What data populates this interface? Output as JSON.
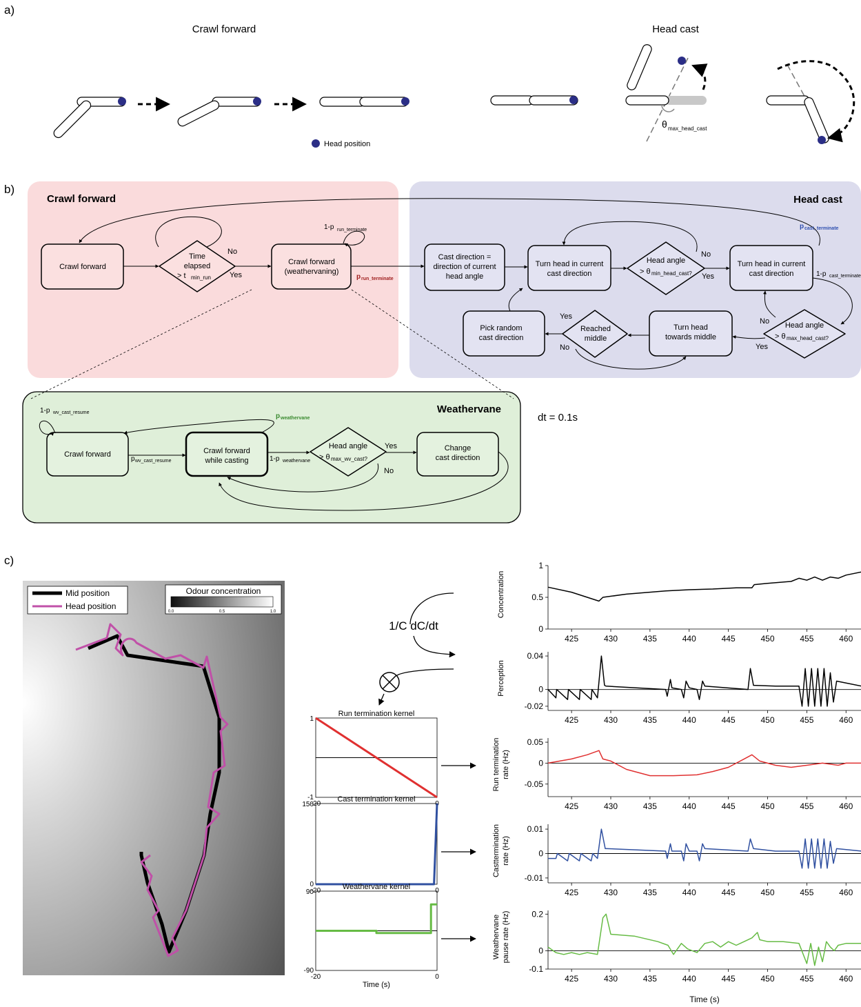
{
  "panel_a": {
    "label": "a)",
    "crawl_title": "Crawl forward",
    "cast_title": "Head cast",
    "head_position_label": "Head position",
    "theta_symbol": "θ",
    "theta_sub": "max_head_cast"
  },
  "panel_b": {
    "label": "b)",
    "crawl_region_title": "Crawl forward",
    "cast_region_title": "Head cast",
    "wv_region_title": "Weathervane",
    "dt_label": "dt = 0.1s",
    "crawl": {
      "box1": "Crawl forward",
      "diamond1": [
        "Time",
        "elapsed"
      ],
      "diamond1_line3": "> t",
      "diamond1_sub": "min_run",
      "no": "No",
      "yes": "Yes",
      "box2": [
        "Crawl forward",
        "(weathervaning)"
      ],
      "self_loop_prefix": "1-p",
      "self_loop_sub": "run_terminate",
      "exit_p": "p",
      "exit_sub": "run_terminate"
    },
    "cast": {
      "box1": [
        "Cast direction =",
        "direction of current",
        "head angle"
      ],
      "box2": [
        "Turn head in current",
        "cast direction"
      ],
      "diamond1": "Head angle",
      "diamond1_line2": "> θ",
      "diamond1_sub": "min_head_cast?",
      "box3": [
        "Turn head in current",
        "cast direction"
      ],
      "diamond2": "Head angle",
      "diamond2_line2": "> θ",
      "diamond2_sub": "max_head_cast?",
      "box4": [
        "Turn head",
        "towards middle"
      ],
      "diamond3": [
        "Reached",
        "middle"
      ],
      "box5": [
        "Pick random",
        "cast direction"
      ],
      "no": "No",
      "yes": "Yes",
      "term_p": "p",
      "term_sub": "cast_terminate",
      "loop_prefix": "1-p",
      "loop_sub": "cast_terminate"
    },
    "wv": {
      "box1": "Crawl forward",
      "box2": [
        "Crawl forward",
        "while casting"
      ],
      "diamond": "Head angle",
      "diamond_line2": "> θ",
      "diamond_sub": "max_wv_cast?",
      "box3": [
        "Change",
        "cast direction"
      ],
      "yes": "Yes",
      "no": "No",
      "self_prefix": "1-p",
      "self_sub": "wv_cast_resume",
      "resume_p": "p",
      "resume_sub": "wv_cast_resume",
      "pwv_p": "p",
      "pwv_sub": "weathervane",
      "onem_prefix": "1-p",
      "onem_sub": "weathervane"
    }
  },
  "panel_c": {
    "label": "c)",
    "legend": {
      "mid": "Mid position",
      "head": "Head position"
    },
    "colorbar": {
      "title": "Odour concentration",
      "ticks": [
        "0.0",
        "0.5",
        "1.0"
      ]
    },
    "formula": "1/C dC/dt",
    "otimes": "⊗",
    "kernel_xlabel": "Time (s)",
    "time_xlabel": "Time (s)"
  },
  "colors": {
    "crawl_bg": "#fadbdc",
    "cast_bg": "#dcdced",
    "wv_bg": "#dfefd9",
    "head_dot": "#2b2e86",
    "run_red": "#e03030",
    "cast_blue": "#3050a0",
    "wv_green": "#66bb44",
    "magenta": "#c050a8",
    "p_red": "#a02020",
    "p_blue": "#3050b0",
    "p_green": "#3a8a30"
  },
  "chart_data": [
    {
      "type": "line",
      "title": "",
      "xlabel": "",
      "ylabel": "Concentration",
      "xlim": [
        422,
        462
      ],
      "ylim": [
        0,
        1
      ],
      "xticks": [
        425,
        430,
        435,
        440,
        445,
        450,
        455,
        460
      ],
      "yticks": [
        "0",
        "0.5",
        "1"
      ],
      "series": [
        {
          "x": [
            422,
            425,
            427,
            428.5,
            429,
            432,
            437,
            440,
            443,
            446,
            448,
            448.3,
            450,
            453,
            454,
            455,
            456,
            457,
            458,
            459,
            460,
            462
          ],
          "y": [
            0.66,
            0.58,
            0.5,
            0.44,
            0.5,
            0.55,
            0.6,
            0.62,
            0.63,
            0.65,
            0.65,
            0.7,
            0.72,
            0.75,
            0.8,
            0.77,
            0.82,
            0.77,
            0.82,
            0.8,
            0.85,
            0.9
          ]
        }
      ]
    },
    {
      "type": "line",
      "ylabel": "Perception",
      "xlim": [
        422,
        462
      ],
      "ylim": [
        -0.025,
        0.045
      ],
      "xticks": [
        425,
        430,
        435,
        440,
        445,
        450,
        455,
        460
      ],
      "yticks": [
        "0.04",
        "0",
        "-0.02"
      ],
      "series": [
        {
          "x": [
            422,
            423,
            423.1,
            424.5,
            424.6,
            426,
            426.1,
            427.5,
            427.6,
            428.3,
            428.8,
            429.2,
            429.4,
            437,
            437.2,
            437.6,
            437.8,
            439,
            439.3,
            439.6,
            440,
            441,
            441.3,
            441.7,
            442,
            447.5,
            447.8,
            448.2,
            451,
            454,
            454.4,
            454.8,
            455.2,
            455.6,
            456,
            456.4,
            456.8,
            457.2,
            457.6,
            458,
            458.4,
            458.8,
            462
          ],
          "y": [
            0,
            -0.01,
            0,
            -0.012,
            0,
            -0.012,
            0,
            -0.012,
            0,
            -0.01,
            0.04,
            0.005,
            0.004,
            0,
            -0.008,
            0.012,
            0.002,
            0,
            -0.01,
            0.01,
            0.002,
            0,
            -0.012,
            0.01,
            0.004,
            0,
            0.025,
            0.005,
            0.004,
            0.004,
            -0.02,
            0.025,
            -0.02,
            0.025,
            -0.02,
            0.025,
            -0.02,
            0.025,
            -0.02,
            0.02,
            -0.015,
            0.01,
            0.004
          ]
        }
      ]
    },
    {
      "type": "line",
      "ylabel": "Run termination rate (Hz)",
      "xlim": [
        422,
        462
      ],
      "ylim": [
        -0.08,
        0.06
      ],
      "xticks": [
        425,
        430,
        435,
        440,
        445,
        450,
        455,
        460
      ],
      "yticks": [
        "0.05",
        "0",
        "-0.05"
      ],
      "series": [
        {
          "x": [
            422,
            425,
            427,
            428.5,
            429,
            430,
            432,
            435,
            438,
            441,
            443,
            445,
            447,
            448,
            449,
            451,
            453,
            455,
            457,
            459,
            460,
            462
          ],
          "y": [
            0,
            0.01,
            0.02,
            0.03,
            0.01,
            0.005,
            -0.015,
            -0.03,
            -0.03,
            -0.028,
            -0.02,
            -0.01,
            0.01,
            0.02,
            0.005,
            -0.005,
            -0.01,
            -0.005,
            0,
            -0.005,
            0,
            0
          ]
        }
      ]
    },
    {
      "type": "line",
      "ylabel": "Casttermination rate (Hz)",
      "xlim": [
        422,
        462
      ],
      "ylim": [
        -0.012,
        0.012
      ],
      "xticks": [
        425,
        430,
        435,
        440,
        445,
        450,
        455,
        460
      ],
      "yticks": [
        "0.01",
        "0",
        "-0.01"
      ],
      "series": [
        {
          "x": [
            422,
            423,
            423.2,
            424.5,
            424.7,
            426,
            426.2,
            427.5,
            427.7,
            428.3,
            428.8,
            429.3,
            429.5,
            437,
            437.2,
            437.6,
            437.8,
            439,
            439.3,
            439.6,
            440,
            441,
            441.3,
            441.7,
            442,
            447.5,
            447.8,
            448.2,
            451,
            454,
            454.4,
            454.8,
            455.2,
            455.6,
            456,
            456.4,
            456.8,
            457.2,
            457.6,
            458,
            458.4,
            458.8,
            462
          ],
          "y": [
            -0.002,
            -0.002,
            0,
            -0.003,
            0,
            -0.003,
            0,
            -0.003,
            0,
            -0.002,
            0.01,
            0.002,
            0.002,
            0.001,
            -0.002,
            0.004,
            0.001,
            0.001,
            -0.003,
            0.004,
            0.001,
            0.001,
            -0.003,
            0.004,
            0.002,
            0.001,
            0.006,
            0.002,
            0.001,
            0.001,
            -0.006,
            0.006,
            -0.006,
            0.006,
            -0.006,
            0.006,
            -0.006,
            0.006,
            -0.006,
            0.005,
            -0.004,
            0.002,
            0.001
          ]
        }
      ]
    },
    {
      "type": "line",
      "ylabel": "Weathervane pause rate (Hz)",
      "xlim": [
        422,
        462
      ],
      "ylim": [
        -0.1,
        0.22
      ],
      "xticks": [
        425,
        430,
        435,
        440,
        445,
        450,
        455,
        460
      ],
      "yticks": [
        "0.2",
        "0",
        "-0.1"
      ],
      "series": [
        {
          "x": [
            422,
            423,
            424,
            425,
            426,
            427,
            428.3,
            429,
            429.4,
            430,
            433,
            436,
            437.3,
            438,
            439,
            439.8,
            441,
            442,
            443,
            444,
            445,
            446,
            447,
            448,
            448.7,
            449,
            450,
            452,
            454,
            455,
            455.5,
            456,
            456.5,
            457,
            457.5,
            458,
            458.5,
            459,
            460,
            461,
            462
          ],
          "y": [
            0.02,
            -0.01,
            -0.02,
            -0.01,
            -0.02,
            -0.01,
            -0.02,
            0.18,
            0.2,
            0.09,
            0.08,
            0.05,
            0.03,
            -0.02,
            0.04,
            0.01,
            -0.01,
            0.04,
            0.05,
            0.02,
            0.05,
            0.03,
            0.05,
            0.07,
            0.1,
            0.06,
            0.05,
            0.05,
            0.04,
            -0.07,
            0.04,
            -0.08,
            0.02,
            -0.06,
            0.05,
            0.02,
            0.0,
            0.03,
            0.04,
            0.04,
            0.04
          ]
        }
      ]
    },
    {
      "type": "line",
      "title": "Run termination kernel",
      "xlim": [
        -20,
        0
      ],
      "ylim": [
        -1,
        1
      ],
      "xticks": [
        "-20",
        "0"
      ],
      "yticks": [
        "1",
        "-1"
      ],
      "series": [
        {
          "x": [
            -20,
            0
          ],
          "y": [
            1,
            -1
          ]
        }
      ]
    },
    {
      "type": "line",
      "title": "Cast termination kernel",
      "xlim": [
        -20,
        0
      ],
      "ylim": [
        0,
        150
      ],
      "xticks": [
        "-20",
        "0"
      ],
      "yticks": [
        "150",
        "0"
      ],
      "series": [
        {
          "x": [
            -20,
            -1,
            -0.5,
            0
          ],
          "y": [
            0,
            0,
            0,
            150
          ]
        }
      ]
    },
    {
      "type": "line",
      "title": "Weathervane kernel",
      "xlim": [
        -20,
        0
      ],
      "ylim": [
        -90,
        90
      ],
      "xticks": [
        "-20",
        "0"
      ],
      "yticks": [
        "90",
        "-90"
      ],
      "series": [
        {
          "x": [
            -20,
            -10,
            -10,
            -1,
            -1,
            0
          ],
          "y": [
            0,
            0,
            -5,
            -5,
            60,
            60
          ]
        }
      ]
    }
  ]
}
